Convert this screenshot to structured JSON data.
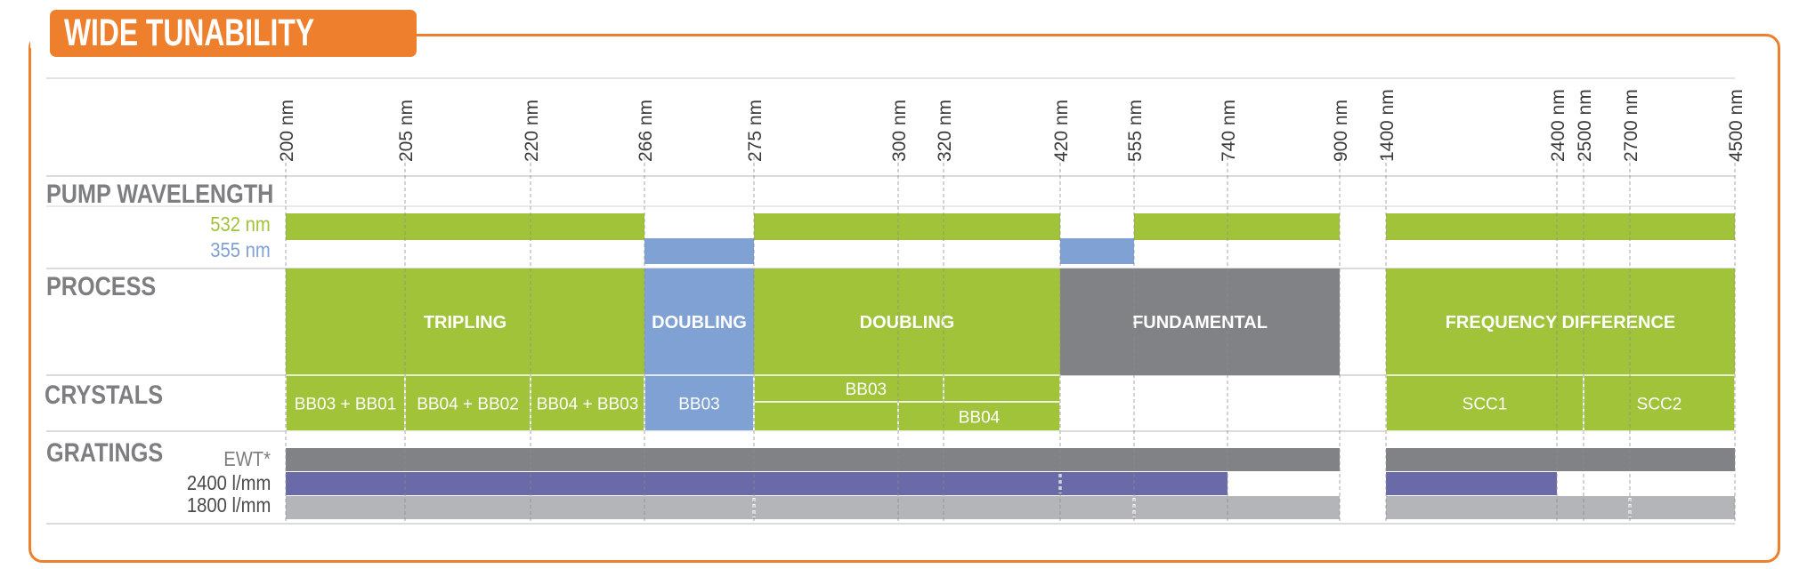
{
  "title": "WIDE TUNABILITY",
  "colors": {
    "orange": "#ee7f2d",
    "green": "#a0c339",
    "blue": "#7fa1d3",
    "gray": "#808285",
    "purple": "#6a6aa8",
    "light_gray": "#b4b5b8",
    "label_gray": "#7c7e81"
  },
  "sections": {
    "pump": "PUMP WAVELENGTH",
    "process": "PROCESS",
    "crystals": "CRYSTALS",
    "gratings": "GRATINGS"
  },
  "row_labels": {
    "pump_532": "532 nm",
    "pump_355": "355 nm",
    "ewt": "EWT*",
    "g2400": "2400 l/mm",
    "g1800": "1800 l/mm"
  },
  "chart_data": {
    "type": "table",
    "x_ticks": [
      "200 nm",
      "205 nm",
      "220 nm",
      "266 nm",
      "275 nm",
      "300 nm",
      "320 nm",
      "420 nm",
      "555 nm",
      "740 nm",
      "900 nm",
      "1400 nm",
      "2400 nm",
      "2500 nm",
      "2700 nm",
      "4500 nm"
    ],
    "pump_532": [
      {
        "from": "200 nm",
        "to": "266 nm"
      },
      {
        "from": "275 nm",
        "to": "420 nm"
      },
      {
        "from": "555 nm",
        "to": "900 nm"
      },
      {
        "from": "1400 nm",
        "to": "4500 nm"
      }
    ],
    "pump_355": [
      {
        "from": "266 nm",
        "to": "275 nm"
      },
      {
        "from": "420 nm",
        "to": "555 nm"
      }
    ],
    "process": [
      {
        "label": "TRIPLING",
        "from": "200 nm",
        "to": "266 nm",
        "color": "green"
      },
      {
        "label": "DOUBLING",
        "from": "266 nm",
        "to": "275 nm",
        "color": "blue"
      },
      {
        "label": "DOUBLING",
        "from": "275 nm",
        "to": "420 nm",
        "color": "green"
      },
      {
        "label": "FUNDAMENTAL",
        "from": "420 nm",
        "to": "900 nm",
        "color": "gray"
      },
      {
        "label": "FREQUENCY DIFFERENCE",
        "from": "1400 nm",
        "to": "4500 nm",
        "color": "green"
      }
    ],
    "crystals": [
      {
        "label": "BB03 + BB01",
        "from": "200 nm",
        "to": "205 nm",
        "color": "green",
        "band": "full"
      },
      {
        "label": "BB04 + BB02",
        "from": "205 nm",
        "to": "220 nm",
        "color": "green",
        "band": "full"
      },
      {
        "label": "BB04 + BB03",
        "from": "220 nm",
        "to": "266 nm",
        "color": "green",
        "band": "full"
      },
      {
        "label": "BB03",
        "from": "266 nm",
        "to": "275 nm",
        "color": "blue",
        "band": "full"
      },
      {
        "label": "BB03",
        "from": "275 nm",
        "to": "420 nm",
        "color": "green",
        "band": "top"
      },
      {
        "label": "BB04",
        "from": "275 nm",
        "to": "420 nm",
        "color": "green",
        "band": "bottom"
      },
      {
        "label": "SCC1",
        "from": "1400 nm",
        "to": "2500 nm",
        "color": "green",
        "band": "full"
      },
      {
        "label": "SCC2",
        "from": "2500 nm",
        "to": "4500 nm",
        "color": "green",
        "band": "full"
      }
    ],
    "gratings": {
      "ewt": [
        {
          "from": "200 nm",
          "to": "900 nm"
        },
        {
          "from": "1400 nm",
          "to": "4500 nm"
        }
      ],
      "g2400": [
        {
          "from": "200 nm",
          "to": "740 nm"
        },
        {
          "from": "1400 nm",
          "to": "2400 nm"
        }
      ],
      "g1800": [
        {
          "from": "200 nm",
          "to": "900 nm"
        },
        {
          "from": "1400 nm",
          "to": "4500 nm"
        }
      ]
    }
  }
}
